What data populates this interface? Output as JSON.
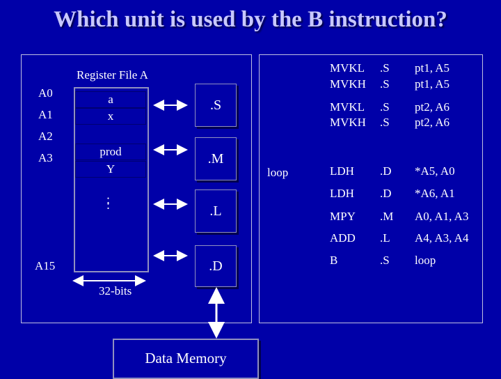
{
  "title": "Which unit is used by the B instruction?",
  "left_panel": {
    "register_file_label": "Register File A",
    "registers": [
      "A0",
      "A1",
      "A2",
      "A3",
      "A15"
    ],
    "cells": [
      "a",
      "x",
      "prod",
      "Y"
    ],
    "dots": ":",
    "width_label": "32-bits",
    "units": [
      ".S",
      ".M",
      ".L",
      ".D"
    ],
    "memory_label": "Data Memory"
  },
  "code": {
    "setup": [
      {
        "op": "MVKL",
        "unit": ".S",
        "args": "pt1, A5"
      },
      {
        "op": "MVKH",
        "unit": ".S",
        "args": "pt1, A5"
      },
      {
        "op": "MVKL",
        "unit": ".S",
        "args": "pt2, A6"
      },
      {
        "op": "MVKH",
        "unit": ".S",
        "args": "pt2, A6"
      }
    ],
    "loop_label": "loop",
    "loop": [
      {
        "op": "LDH",
        "unit": ".D",
        "args": "*A5, A0"
      },
      {
        "op": "LDH",
        "unit": ".D",
        "args": "*A6, A1"
      },
      {
        "op": "MPY",
        "unit": ".M",
        "args": "A0, A1, A3"
      },
      {
        "op": "ADD",
        "unit": ".L",
        "args": "A4, A3, A4"
      },
      {
        "op": "B",
        "unit": ".S",
        "args": "loop"
      }
    ]
  }
}
